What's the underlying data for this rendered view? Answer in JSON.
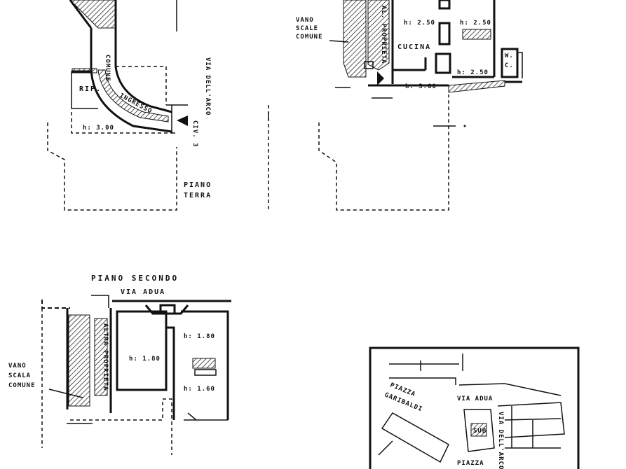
{
  "labels": {
    "rip": "RIP.",
    "comune": "COMUNE",
    "ingresso": "INGRESSO",
    "h300_ground": "h: 3.00",
    "civ": "CIV. 3",
    "via_arco": "VIA DELL'ARCO",
    "piano": "PIANO",
    "terra": "TERRA",
    "vano": "VANO",
    "scale": "SCALE",
    "comune_caps": "COMUNE",
    "h250_a": "h: 2.50",
    "h250_b": "h: 2.50",
    "h250_c": "h: 2.50",
    "h300_first": "h: 3.00",
    "cucina": "CUCINA",
    "w": "W.",
    "c": "C.",
    "proprieta_first": "AL. PROPRIETA",
    "piano_secondo": "PIANO  SECONDO",
    "via_adua_top": "VIA  ADUA",
    "h180_left": "h: 1.80",
    "h180_right_top": "h: 1.80",
    "h160": "h: 1.60",
    "vano_2": "VANO",
    "scala_2": "SCALA",
    "comune_2": "COMUNE",
    "proprieta_second": "ALTRA PROPRIETA",
    "piazza_garibaldi_1": "PIAZZA",
    "piazza_garibaldi_2": "GARIBALDI",
    "via_adua_map": "VIA  ADUA",
    "via_arco_map": "VIA DELL'ARCO",
    "piazza_bottom": "PIAZZA",
    "sub": "SUB"
  }
}
